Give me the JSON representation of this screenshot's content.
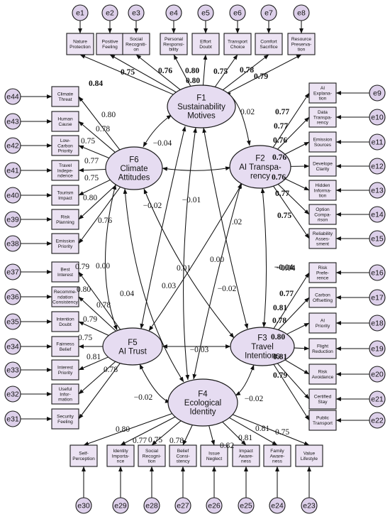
{
  "factors": [
    {
      "id": "F1",
      "lines": [
        "F1",
        "Sustainability",
        "Motives"
      ]
    },
    {
      "id": "F2",
      "lines": [
        "F2",
        "AI Transpa-",
        "rency"
      ]
    },
    {
      "id": "F3",
      "lines": [
        "F3",
        "Travel",
        "Intentions"
      ]
    },
    {
      "id": "F4",
      "lines": [
        "F4",
        "Ecological",
        "Identity"
      ]
    },
    {
      "id": "F5",
      "lines": [
        "F5",
        "AI Trust"
      ]
    },
    {
      "id": "F6",
      "lines": [
        "F6",
        "Climate",
        "Attitudes"
      ]
    }
  ],
  "indicators": {
    "F1": [
      {
        "err": "e1",
        "lines": [
          "Nature",
          "Protection"
        ],
        "loading": "0.84"
      },
      {
        "err": "e2",
        "lines": [
          "Positive",
          "Feeling"
        ],
        "loading": "0.75"
      },
      {
        "err": "e3",
        "lines": [
          "Social",
          "Recogniti-",
          "on"
        ],
        "loading": "0.76"
      },
      {
        "err": "e4",
        "lines": [
          "Personal",
          "Responsi-",
          "bility"
        ],
        "loading": "0.80"
      },
      {
        "err": "e5",
        "lines": [
          "Effort",
          "Doubt"
        ],
        "loading": "0.80"
      },
      {
        "err": "e6",
        "lines": [
          "Transport",
          "Choice"
        ],
        "loading": "0.75"
      },
      {
        "err": "e7",
        "lines": [
          "Comfort",
          "Sacrifice"
        ],
        "loading": "0.78"
      },
      {
        "err": "e8",
        "lines": [
          "Resource",
          "Preserva-",
          "tion"
        ],
        "loading": "0.79"
      }
    ],
    "F2": [
      {
        "err": "e9",
        "lines": [
          "AI",
          "Explana-",
          "tion"
        ],
        "loading": "0.77"
      },
      {
        "err": "e10",
        "lines": [
          "Data",
          "Transpa-",
          "rency"
        ],
        "loading": "0.77"
      },
      {
        "err": "e11",
        "lines": [
          "Emission",
          "Sources"
        ],
        "loading": "0.76"
      },
      {
        "err": "e12",
        "lines": [
          "Develope",
          "Clarity"
        ],
        "loading": "0.76"
      },
      {
        "err": "e13",
        "lines": [
          "Hidden",
          "Informa-",
          "tion"
        ],
        "loading": "0.76"
      },
      {
        "err": "e14",
        "lines": [
          "Option",
          "Compa-",
          "rison"
        ],
        "loading": "0.77"
      },
      {
        "err": "e15",
        "lines": [
          "Reliability",
          "Asses-",
          "sment"
        ],
        "loading": "0.75"
      }
    ],
    "F3": [
      {
        "err": "e16",
        "lines": [
          "Risk",
          "Prefe-",
          "rence"
        ],
        "loading": "−0.04"
      },
      {
        "err": "e17",
        "lines": [
          "Carbon",
          "Offsetting"
        ],
        "loading": "0.77"
      },
      {
        "err": "e18",
        "lines": [
          "AI",
          "Priority"
        ],
        "loading": "0.81"
      },
      {
        "err": "e19",
        "lines": [
          "Flight",
          "Reduction"
        ],
        "loading": "0.78"
      },
      {
        "err": "e20",
        "lines": [
          "Risk",
          "Avoidance"
        ],
        "loading": "0.80"
      },
      {
        "err": "e21",
        "lines": [
          "Certified",
          "Stay"
        ],
        "loading": "0.81"
      },
      {
        "err": "e22",
        "lines": [
          "Public",
          "Transport"
        ],
        "loading": "0.79"
      }
    ],
    "F4": [
      {
        "err": "e30",
        "lines": [
          "Self-",
          "Perception"
        ],
        "loading": "0.80"
      },
      {
        "err": "e29",
        "lines": [
          "Identity",
          "Importa-",
          "nce"
        ],
        "loading": "0.77"
      },
      {
        "err": "e28",
        "lines": [
          "Social",
          "Recogni-",
          "tion"
        ],
        "loading": "0.75"
      },
      {
        "err": "e27",
        "lines": [
          "Belief",
          "Consi-",
          "stency"
        ],
        "loading": "0.78"
      },
      {
        "err": "e26",
        "lines": [
          "Issue",
          "Neglect"
        ],
        "loading": "0.82"
      },
      {
        "err": "e25",
        "lines": [
          "Impact",
          "Aware-",
          "ness"
        ],
        "loading": "0.81"
      },
      {
        "err": "e24",
        "lines": [
          "Family",
          "Aware-",
          "ness"
        ],
        "loading": "0.81"
      },
      {
        "err": "e23",
        "lines": [
          "Value",
          "Lifestyle"
        ],
        "loading": "0.75"
      }
    ],
    "F5": [
      {
        "err": "e37",
        "lines": [
          "Best",
          "Interest"
        ],
        "loading": "0.79"
      },
      {
        "err": "e36",
        "lines": [
          "Recomme-",
          "ndation",
          "Consistency"
        ],
        "loading": "0.80"
      },
      {
        "err": "e35",
        "lines": [
          "Intention",
          "Doubt"
        ],
        "loading": "0.78"
      },
      {
        "err": "e34",
        "lines": [
          "Fairness",
          "Belief"
        ],
        "loading": "0.79"
      },
      {
        "err": "e33",
        "lines": [
          "Interest",
          "Priority"
        ],
        "loading": "0.75"
      },
      {
        "err": "e32",
        "lines": [
          "Useful",
          "Infor-",
          "mation"
        ],
        "loading": "0.81"
      },
      {
        "err": "e31",
        "lines": [
          "Security",
          "Feeling"
        ],
        "loading": "0.78"
      }
    ],
    "F6": [
      {
        "err": "e44",
        "lines": [
          "Climate",
          "Threat"
        ],
        "loading": "0.80"
      },
      {
        "err": "e43",
        "lines": [
          "Human",
          "Cause"
        ],
        "loading": "0.78"
      },
      {
        "err": "e42",
        "lines": [
          "Low-",
          "Carbon",
          "Priority"
        ],
        "loading": "0.75"
      },
      {
        "err": "e41",
        "lines": [
          "Travel",
          "Indepe-",
          "ndence"
        ],
        "loading": "0.77"
      },
      {
        "err": "e40",
        "lines": [
          "Tourism",
          "Impact"
        ],
        "loading": "0.75"
      },
      {
        "err": "e39",
        "lines": [
          "Risk",
          "Planning"
        ],
        "loading": "0.80"
      },
      {
        "err": "e38",
        "lines": [
          "Emission",
          "Priority"
        ],
        "loading": "0.76"
      }
    ]
  },
  "covariances": [
    {
      "pair": "F1-F2",
      "value": "0.02"
    },
    {
      "pair": "F1-F6",
      "value": "−0.04"
    },
    {
      "pair": "F2-F6",
      "value": "−0.02"
    },
    {
      "pair": "F1-F5",
      "value": "−0.01"
    },
    {
      "pair": "F2-F4",
      "value": ".02"
    },
    {
      "pair": "F6-F5",
      "value": "0.00"
    },
    {
      "pair": "F6-F4",
      "value": "0.04"
    },
    {
      "pair": "F1-F3",
      "value": "0.01"
    },
    {
      "pair": "F1-F4",
      "value": "0.03"
    },
    {
      "pair": "F2-F5",
      "value": "0.00"
    },
    {
      "pair": "F6-F3",
      "value": "−0.02"
    },
    {
      "pair": "F2-F3",
      "value": "−0.04"
    },
    {
      "pair": "F5-F3",
      "value": "−0.03"
    },
    {
      "pair": "F5-F4",
      "value": "−0.02"
    },
    {
      "pair": "F3-F4",
      "value": "−0.02"
    }
  ]
}
